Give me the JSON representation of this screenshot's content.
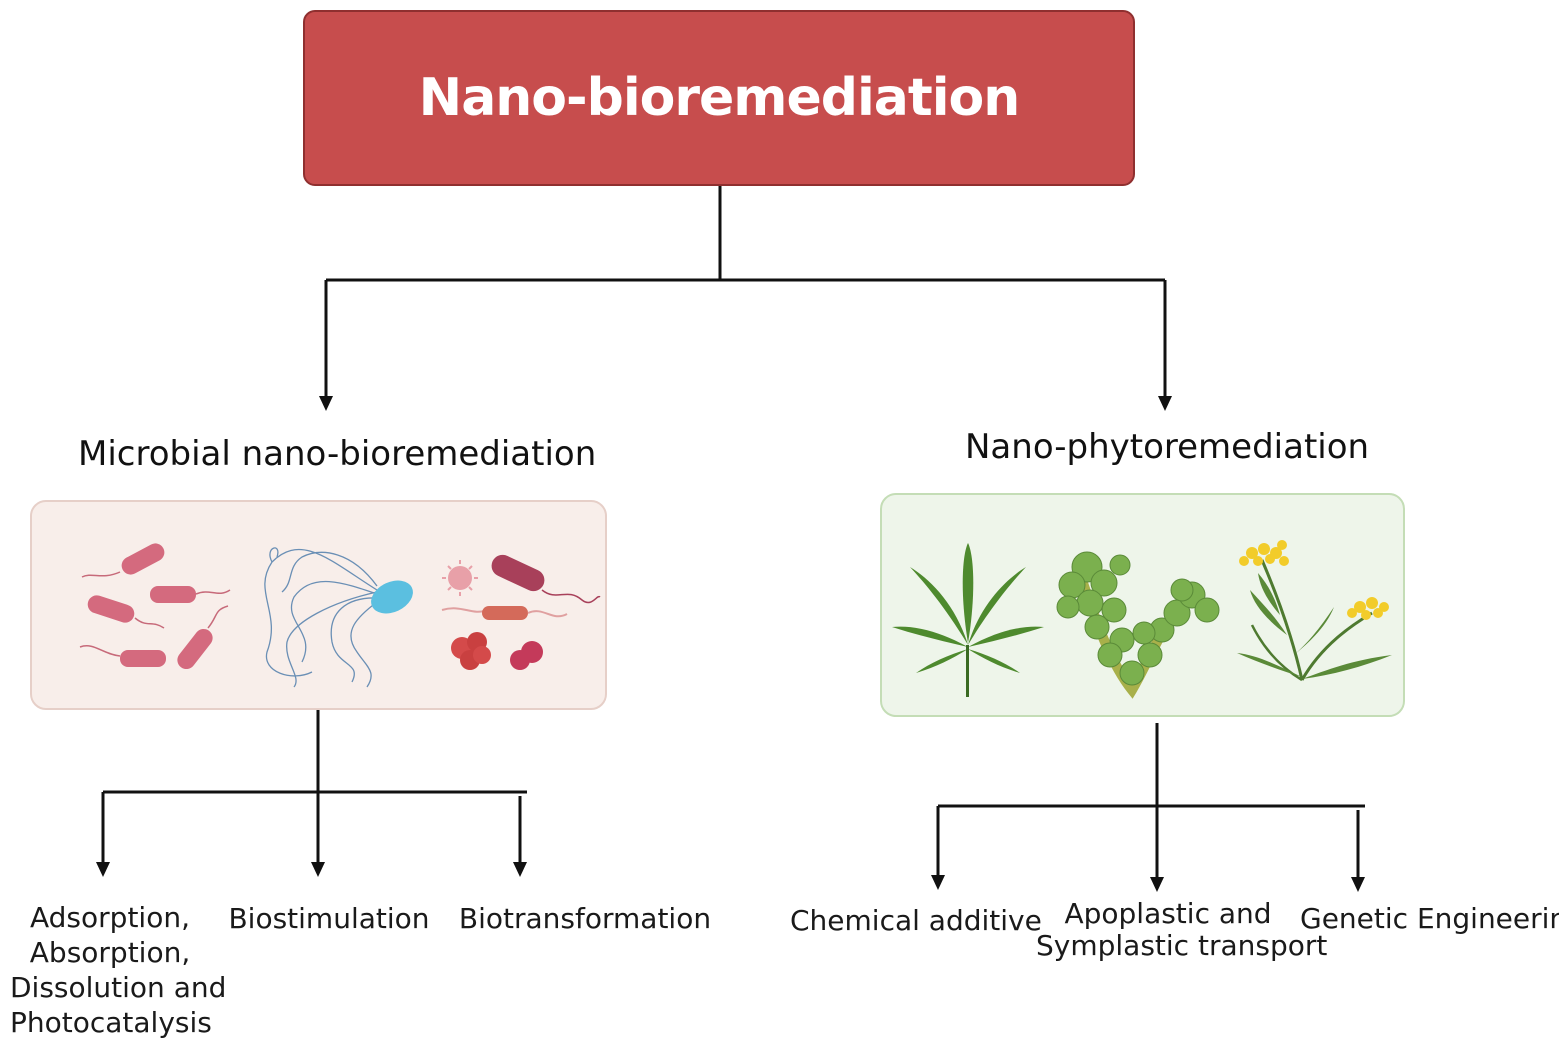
{
  "root": {
    "title": "Nano-bioremediation"
  },
  "branches": {
    "microbial": {
      "title": "Microbial nano-bioremediation",
      "icons": [
        "rod-bacteria-icon",
        "flagellated-bacterium-icon",
        "mixed-microbes-icon"
      ],
      "children": [
        {
          "lines": [
            "Adsorption,",
            "Absorption,",
            "Dissolution and",
            "Photocatalysis"
          ]
        },
        {
          "lines": [
            "Biostimulation"
          ]
        },
        {
          "lines": [
            "Biotransformation"
          ]
        }
      ]
    },
    "phyto": {
      "title": "Nano-phytoremediation",
      "icons": [
        "cannabis-leaf-icon",
        "succulent-plant-icon",
        "flowering-plant-icon"
      ],
      "children": [
        {
          "lines": [
            "Chemical additive"
          ]
        },
        {
          "lines": [
            "Apoplastic and",
            "Symplastic transport"
          ]
        },
        {
          "lines": [
            "Genetic Engineering"
          ]
        }
      ]
    }
  },
  "colors": {
    "root_fill": "#c74d4d",
    "root_border": "#8f2f2f",
    "microbe_panel": "#f8eeea",
    "plant_panel": "#eef5ea"
  }
}
